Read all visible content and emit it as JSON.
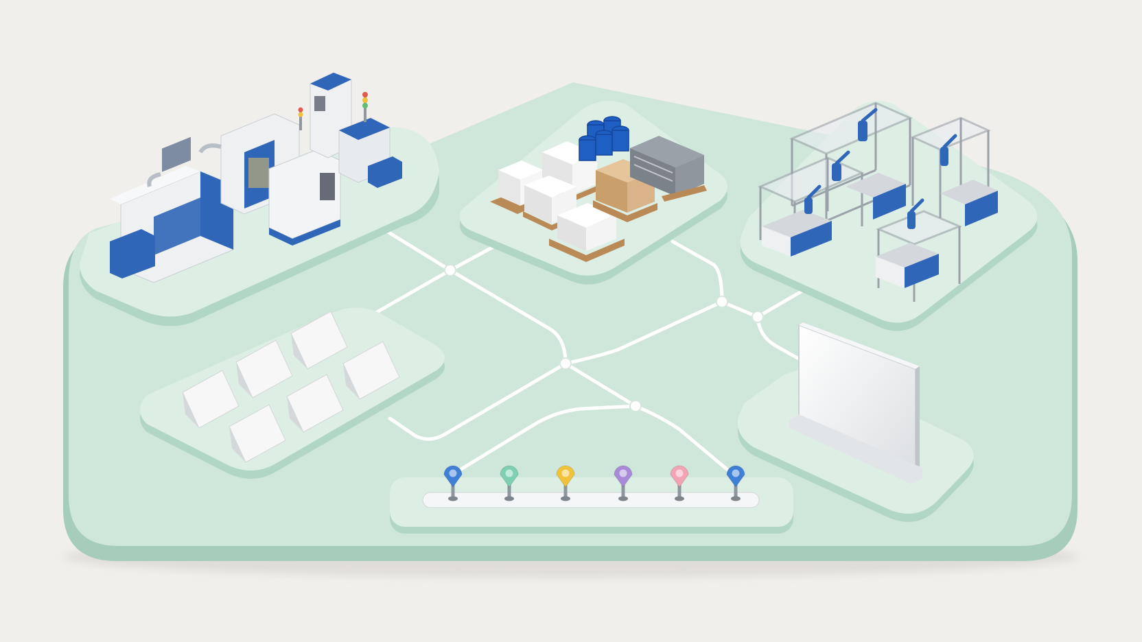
{
  "palette": {
    "background": "#f1efec",
    "platform_top": "#cfe6da",
    "platform_side": "#9fc8b5",
    "pad_top": "#ddefe5",
    "pad_side": "#b2d6c5",
    "connector": "#ffffff",
    "machine_blue": "#2f66b8",
    "machine_white": "#eef0f2",
    "machine_grey": "#b8bec6",
    "pallet_wood": "#b98a55",
    "box_white": "#f3f3f3",
    "box_cardboard": "#d8b488",
    "barrel_blue": "#1f5fc4",
    "rack_grey": "#8f969e"
  },
  "zones": [
    {
      "id": "production-machines",
      "icon": "cnc-machine-icon"
    },
    {
      "id": "warehouse-storage",
      "icon": "pallet-storage-icon"
    },
    {
      "id": "robotic-assembly-cells",
      "icon": "robot-arm-workcell-icon"
    },
    {
      "id": "display-panels",
      "icon": "tent-card-display-icon"
    },
    {
      "id": "billboard-screen",
      "icon": "blank-billboard-icon"
    },
    {
      "id": "timeline-milestones",
      "icon": "timeline-pin-icon"
    }
  ],
  "timeline": {
    "pins": [
      {
        "color": "#3f7fd6"
      },
      {
        "color": "#7fcfb3"
      },
      {
        "color": "#f1c33a"
      },
      {
        "color": "#a98ad8"
      },
      {
        "color": "#f2a3b4"
      },
      {
        "color": "#3f7fd6"
      }
    ]
  },
  "network": {
    "node_count": 5
  }
}
